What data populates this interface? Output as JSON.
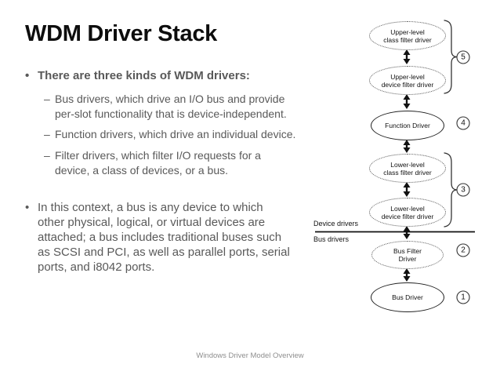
{
  "slide": {
    "title": "WDM Driver Stack",
    "footer": "Windows Driver Model Overview"
  },
  "content": {
    "bullet1": {
      "marker": "•",
      "text": "There are three kinds of WDM drivers:"
    },
    "subs": [
      {
        "marker": "–",
        "lines": [
          "Bus drivers, which drive an I/O bus and provide",
          "per-slot functionality that is device-independent."
        ]
      },
      {
        "marker": "–",
        "lines": [
          "Function drivers, which drive an individual device."
        ]
      },
      {
        "marker": "–",
        "lines": [
          "Filter drivers, which filter I/O requests for a",
          "device, a class of devices, or a bus."
        ]
      }
    ],
    "bullet2": {
      "marker": "•",
      "lines": [
        "In this context, a bus is any device to which",
        "other physical, logical, or virtual devices are",
        "attached; a bus includes traditional buses such",
        "as SCSI and PCI, as well as parallel ports, serial",
        "ports, and i8042 ports."
      ]
    }
  },
  "diagram": {
    "nodes": [
      {
        "style": "dotted",
        "lines": [
          "Upper-level",
          "class filter driver"
        ]
      },
      {
        "style": "dotted",
        "lines": [
          "Upper-level",
          "device filter driver"
        ]
      },
      {
        "style": "solid",
        "lines": [
          "Function Driver"
        ]
      },
      {
        "style": "dotted",
        "lines": [
          "Lower-level",
          "class filter driver"
        ]
      },
      {
        "style": "dotted",
        "lines": [
          "Lower-level",
          "device filter driver"
        ]
      },
      {
        "style": "dotted",
        "lines": [
          "Bus Filter",
          "Driver"
        ]
      },
      {
        "style": "solid",
        "lines": [
          "Bus Driver"
        ]
      }
    ],
    "badges": [
      "5",
      "4",
      "3",
      "2",
      "1"
    ],
    "labels": {
      "device_drivers": "Device drivers",
      "bus_drivers": "Bus drivers"
    }
  },
  "colors": {
    "body_text": "#595959",
    "title_text": "#0d0d0d",
    "footer_text": "#8e8e8e",
    "diagram_ink": "#111111",
    "background": "#ffffff"
  }
}
